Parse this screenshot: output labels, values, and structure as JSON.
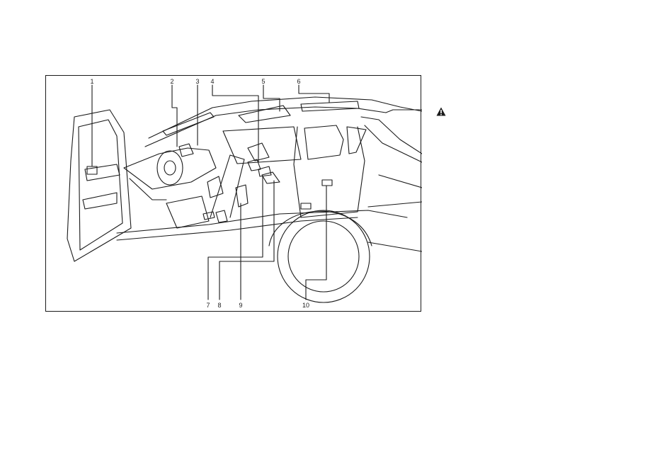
{
  "callouts_top": [
    "1",
    "2",
    "3",
    "4",
    "5",
    "6"
  ],
  "callouts_bottom": [
    "7",
    "8",
    "9",
    "10"
  ],
  "colors": {
    "line": "#1a1a1a",
    "background": "#ffffff"
  },
  "icons": {
    "warning": "warning-triangle-icon"
  }
}
